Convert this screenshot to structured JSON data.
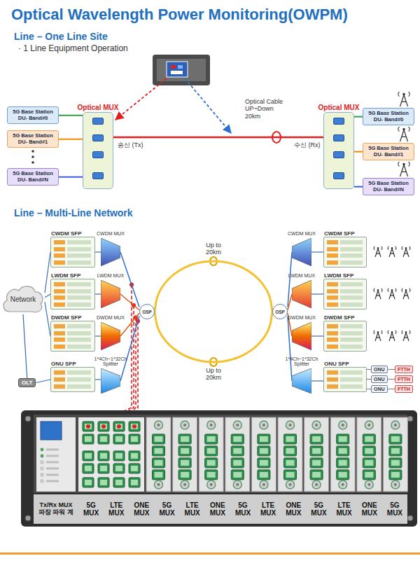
{
  "diagram": {
    "title": "Optical Wavelength Power Monitoring(OWPM)",
    "nodes": [
      {
        "text": [
          "5G Base Station DU- Band#0"
        ]
      },
      {
        "text": [
          "5G Base Station DU- Band#1"
        ]
      },
      {
        "text": [
          "5G Base Station DU- Band#N"
        ]
      },
      {
        "text": [
          "Optical MUX"
        ]
      },
      {
        "text": [
          "Optical MUX"
        ]
      },
      {
        "text": [
          "5G Base Station DU- Band#0"
        ]
      },
      {
        "text": [
          "5G Base Station DU- Band#1"
        ]
      },
      {
        "text": [
          "5G Base Station DU- Band#N"
        ]
      },
      {
        "text": [
          "Network"
        ]
      },
      {
        "text": [
          "CWDM SFP"
        ]
      },
      {
        "text": [
          "LWDM SFP"
        ]
      },
      {
        "text": [
          "DWDM SFP"
        ]
      },
      {
        "text": [
          "OLT"
        ]
      },
      {
        "text": [
          "ONU SFP"
        ]
      },
      {
        "text": [
          "CWDM MUX"
        ]
      },
      {
        "text": [
          "LWDM MUX"
        ]
      },
      {
        "text": [
          "DWDM MUX"
        ]
      },
      {
        "text": [
          "1*4Ch~1*32Ch Splitter"
        ]
      },
      {
        "text": [
          "OSP"
        ]
      },
      {
        "text": [
          "OSP"
        ]
      },
      {
        "text": [
          "CWDM MUX"
        ]
      },
      {
        "text": [
          "LWDM MUX"
        ]
      },
      {
        "text": [
          "DWDM MUX"
        ]
      },
      {
        "text": [
          "1*4Ch~1*32Ch Splitter"
        ]
      },
      {
        "text": [
          "CWDM SFP"
        ]
      },
      {
        "text": [
          "LWDM SFP"
        ]
      },
      {
        "text": [
          "DWDM SFP"
        ]
      },
      {
        "text": [
          "ONU SFP"
        ]
      },
      {
        "text": [
          "ONU"
        ]
      },
      {
        "text": [
          "ONU"
        ]
      },
      {
        "text": [
          "ONU"
        ]
      },
      {
        "text": [
          "FTTH"
        ]
      },
      {
        "text": [
          "FTTH"
        ]
      },
      {
        "text": [
          "FTTH"
        ]
      }
    ],
    "edges": [
      {
        "from": 0,
        "to": 3,
        "arrow": "none"
      },
      {
        "from": 1,
        "to": 3,
        "arrow": "none"
      },
      {
        "from": 2,
        "to": 3,
        "arrow": "none"
      },
      {
        "from": 3,
        "to": 4,
        "arrow": "none"
      },
      {
        "from": 4,
        "to": 5,
        "arrow": "none"
      },
      {
        "from": 4,
        "to": 6,
        "arrow": "none"
      },
      {
        "from": 4,
        "to": 7,
        "arrow": "none"
      },
      {
        "from": 8,
        "to": 9,
        "arrow": "none"
      },
      {
        "from": 8,
        "to": 10,
        "arrow": "none"
      },
      {
        "from": 8,
        "to": 11,
        "arrow": "none"
      },
      {
        "from": 8,
        "to": 12,
        "arrow": "none"
      },
      {
        "from": 12,
        "to": 13,
        "arrow": "none"
      },
      {
        "from": 9,
        "to": 14,
        "arrow": "none"
      },
      {
        "from": 10,
        "to": 15,
        "arrow": "none"
      },
      {
        "from": 11,
        "to": 16,
        "arrow": "none"
      },
      {
        "from": 13,
        "to": 17,
        "arrow": "none"
      },
      {
        "from": 14,
        "to": 18,
        "arrow": "none"
      },
      {
        "from": 15,
        "to": 18,
        "arrow": "none"
      },
      {
        "from": 16,
        "to": 18,
        "arrow": "none"
      },
      {
        "from": 17,
        "to": 18,
        "arrow": "none"
      },
      {
        "from": 18,
        "to": 19,
        "label": "Up to 20km",
        "arrow": "none"
      },
      {
        "from": 18,
        "to": 19,
        "label": "Up to 20km",
        "arrow": "none"
      },
      {
        "from": 19,
        "to": 20,
        "arrow": "none"
      },
      {
        "from": 19,
        "to": 21,
        "arrow": "none"
      },
      {
        "from": 19,
        "to": 22,
        "arrow": "none"
      },
      {
        "from": 19,
        "to": 23,
        "arrow": "none"
      },
      {
        "from": 20,
        "to": 24,
        "arrow": "none"
      },
      {
        "from": 21,
        "to": 25,
        "arrow": "none"
      },
      {
        "from": 22,
        "to": 26,
        "arrow": "none"
      },
      {
        "from": 23,
        "to": 27,
        "arrow": "none"
      },
      {
        "from": 27,
        "to": 28,
        "arrow": "none"
      },
      {
        "from": 27,
        "to": 29,
        "arrow": "none"
      },
      {
        "from": 27,
        "to": 30,
        "arrow": "none"
      },
      {
        "from": 28,
        "to": 31,
        "arrow": "none"
      },
      {
        "from": 29,
        "to": 32,
        "arrow": "none"
      },
      {
        "from": 30,
        "to": 33,
        "arrow": "none"
      }
    ],
    "labels": [
      "Line – One Line Site",
      "· 1 Line Equipment Operation",
      "송신 (Tx)",
      "Optical Cable UP~Down 20km",
      "수신 (Rx)",
      "Line – Multi-Line Network",
      "Tx/Rx MUX 파장 파워 계",
      "5G MUX",
      "LTE MUX",
      "ONE MUX",
      "5G MUX",
      "LTE MUX",
      "ONE MUX",
      "5G MUX",
      "LTE MUX",
      "ONE MUX",
      "5G MUX",
      "LTE MUX",
      "ONE MUX",
      "5G MUX"
    ]
  }
}
